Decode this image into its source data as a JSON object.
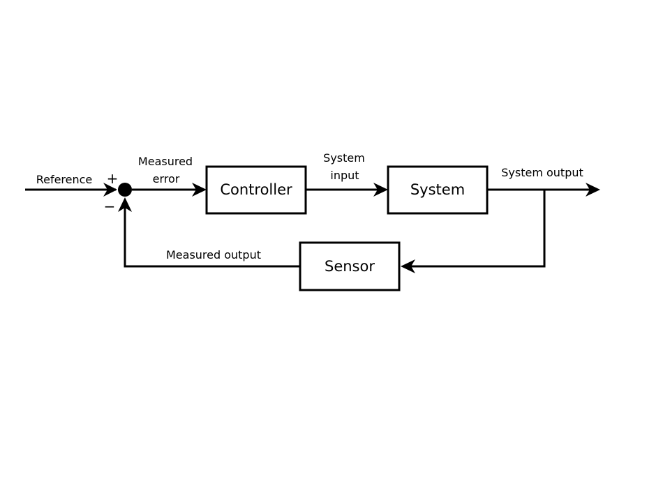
{
  "colors": {
    "background": "#ffffff",
    "stroke": "#000000"
  },
  "blocks": {
    "controller": "Controller",
    "system": "System",
    "sensor": "Sensor"
  },
  "signals": {
    "reference": "Reference",
    "measured_error_line1": "Measured",
    "measured_error_line2": "error",
    "system_input_line1": "System",
    "system_input_line2": "input",
    "system_output": "System output",
    "measured_output": "Measured output"
  },
  "summing_junction": {
    "plus": "+",
    "minus": "−"
  }
}
